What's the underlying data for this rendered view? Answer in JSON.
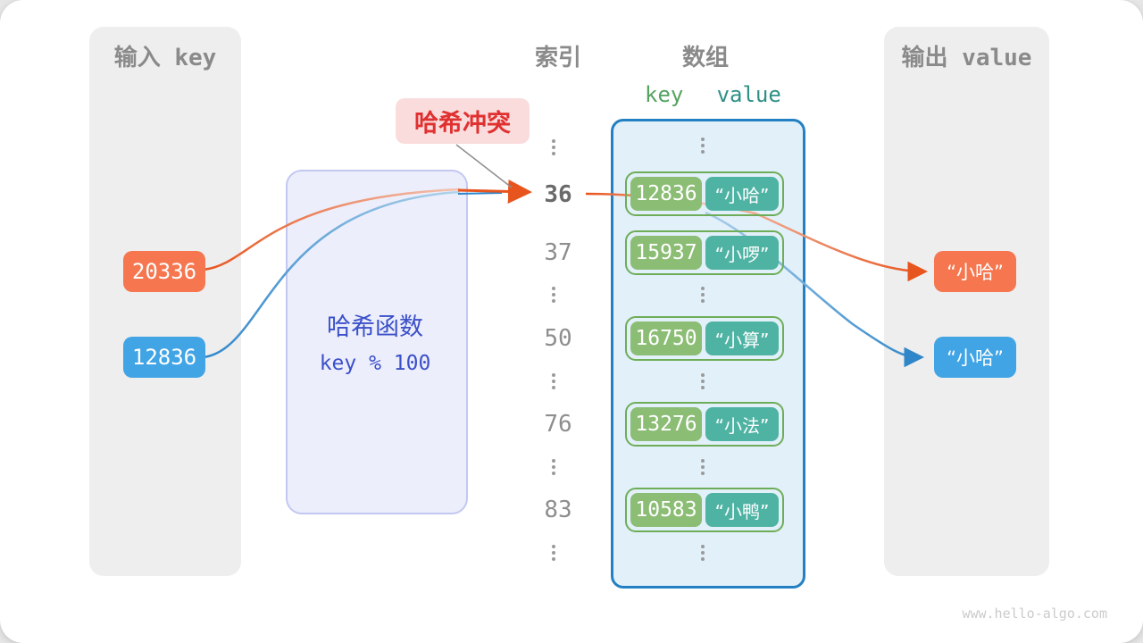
{
  "colors": {
    "orange_chip": "#f5764f",
    "blue_chip": "#41a4e5",
    "green_key_box": "#8cbd75",
    "teal_value_box": "#4fb3a4",
    "pair_border_green": "#6ead58",
    "array_border_blue": "#2480c2",
    "array_bg": "#e2f0fa",
    "hash_box_bg": "#eceefb",
    "hash_text_blue": "#3b50c9",
    "collision_red": "#e03030",
    "collision_bg_pink": "#fadcdc",
    "panel_gray": "#eeeeee",
    "heading_gray": "#8a8a8a",
    "orange_line": "#e8541d",
    "blue_line": "#2f86c9"
  },
  "input_panel": {
    "title": "输入 key",
    "items": [
      {
        "value": "20336"
      },
      {
        "value": "12836"
      }
    ]
  },
  "hash_box": {
    "name": "哈希函数",
    "formula": "key % 100"
  },
  "collision_label": {
    "text": "哈希冲突"
  },
  "index_column": {
    "title": "索引",
    "rows": [
      {
        "t": "⋮"
      },
      {
        "t": "36"
      },
      {
        "t": "37"
      },
      {
        "t": "⋮"
      },
      {
        "t": "50"
      },
      {
        "t": "⋮"
      },
      {
        "t": "76"
      },
      {
        "t": "⋮"
      },
      {
        "t": "83"
      },
      {
        "t": "⋮"
      }
    ]
  },
  "array_panel": {
    "title": "数组",
    "key_header": "key",
    "value_header": "value",
    "ellipsis": "⋮",
    "pairs": [
      {
        "key": "12836",
        "value": "“小哈”"
      },
      {
        "key": "15937",
        "value": "“小啰”"
      },
      {
        "key": "16750",
        "value": "“小算”"
      },
      {
        "key": "13276",
        "value": "“小法”"
      },
      {
        "key": "10583",
        "value": "“小鸭”"
      }
    ]
  },
  "output_panel": {
    "title": "输出 value",
    "items": [
      {
        "value": "“小哈”"
      },
      {
        "value": "“小哈”"
      }
    ]
  },
  "watermark": "www.hello-algo.com"
}
